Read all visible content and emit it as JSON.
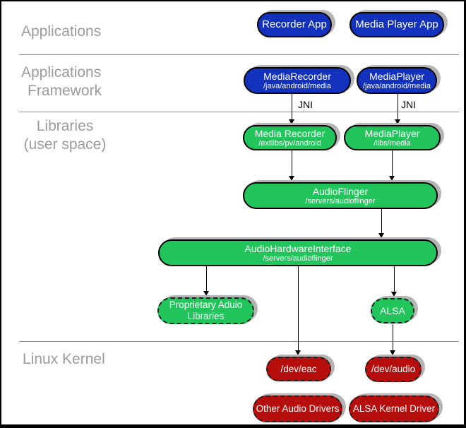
{
  "sections": {
    "applications": {
      "label": "Applications"
    },
    "framework": {
      "line1": "Applications",
      "line2": "Framework"
    },
    "libraries": {
      "line1": "Libraries",
      "line2": "(user space)"
    },
    "kernel": {
      "label": "Linux Kernel"
    }
  },
  "connectors": {
    "jni": "JNI"
  },
  "nodes": {
    "recorder_app": {
      "title": "Recorder App"
    },
    "media_player_app": {
      "title": "Media Player App"
    },
    "media_recorder_fw": {
      "title": "MediaRecorder",
      "path": "/java/android/media"
    },
    "media_player_fw": {
      "title": "MediaPlayer",
      "path": "/java/android/media"
    },
    "media_recorder_lib": {
      "title": "Media Recorder",
      "path": "/extlibs/pv/android"
    },
    "media_player_lib": {
      "title": "MediaPlayer",
      "path": "/libs/media"
    },
    "audio_flinger": {
      "title": "AudioFlinger",
      "path": "/servers/audioflinger"
    },
    "audio_hardware_interface": {
      "title": "AudioHardwareInterface",
      "path": "/servers/audioflinger"
    },
    "proprietary_audio_libraries": {
      "line1": "Proprietary Aduio",
      "line2": "Libraries"
    },
    "alsa": {
      "title": "ALSA"
    },
    "dev_eac": {
      "title": "/dev/eac"
    },
    "dev_audio": {
      "title": "/dev/audio"
    },
    "other_audio_drivers": {
      "title": "Other Audio Drivers"
    },
    "alsa_kernel_driver": {
      "title": "ALSA Kernel Driver"
    }
  },
  "colors": {
    "blue_node": "#1232be",
    "green_node": "#22c45c",
    "red_node": "#b60d0d",
    "label_gray": "#9b9b9b",
    "divider_gray": "#8c8c8c",
    "shadow_gray": "#b5b5b5"
  }
}
